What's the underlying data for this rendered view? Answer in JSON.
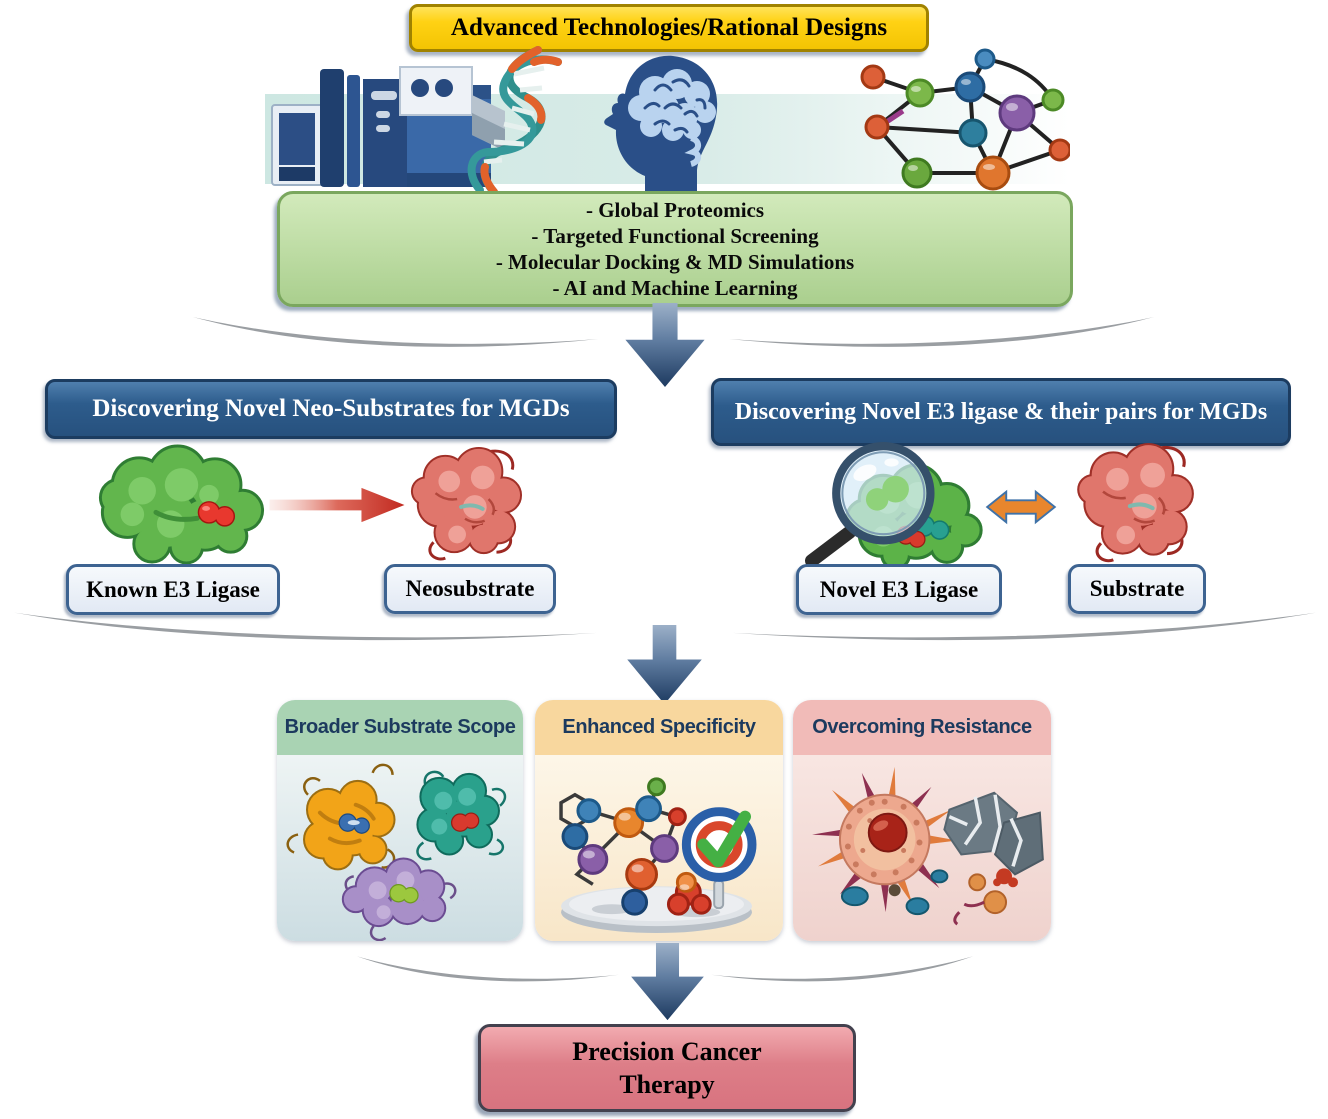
{
  "colors": {
    "banner_yellow": "#FFD214",
    "banner_border": "#A08200",
    "methods_green_bg": "#BCDCA0",
    "methods_green_border": "#7AA75E",
    "blue_header_bg": "#2D5C8C",
    "blue_header_border": "#1C3C60",
    "label_bg": "#E9EFF7",
    "label_border": "#3D6391",
    "card1_header": "#A9D3B3",
    "card2_header": "#F8D79E",
    "card3_header": "#F1BBB8",
    "card_title_text": "#1C3A5E",
    "final_pink_bg": "#DD7E88",
    "flow_arrow_navy": "#1D3A60",
    "degradation_arrow_red": "#C22A20",
    "interaction_arrow_orange": "#E8862D"
  },
  "top_banner": {
    "label": "Advanced Technologies/Rational Designs"
  },
  "tech_band": {
    "icons": [
      "mass-spectrometer",
      "dna-helix",
      "brain-ai",
      "molecular-network"
    ]
  },
  "methods_box": {
    "items": [
      "- Global Proteomics",
      "- Targeted Functional Screening",
      "- Molecular Docking & MD Simulations",
      "- AI and Machine Learning"
    ]
  },
  "left_panel": {
    "header": "Discovering Novel Neo-Substrates for MGDs",
    "labels": {
      "ligase": "Known E3 Ligase",
      "substrate": "Neosubstrate"
    }
  },
  "right_panel": {
    "header": "Discovering Novel E3 ligase & their pairs for MGDs",
    "labels": {
      "ligase": "Novel E3 Ligase",
      "substrate": "Substrate"
    }
  },
  "outcome_cards": [
    {
      "title": "Broader Substrate Scope"
    },
    {
      "title": "Enhanced Specificity"
    },
    {
      "title": "Overcoming Resistance"
    }
  ],
  "final_box": {
    "line1": "Precision Cancer",
    "line2": "Therapy"
  }
}
